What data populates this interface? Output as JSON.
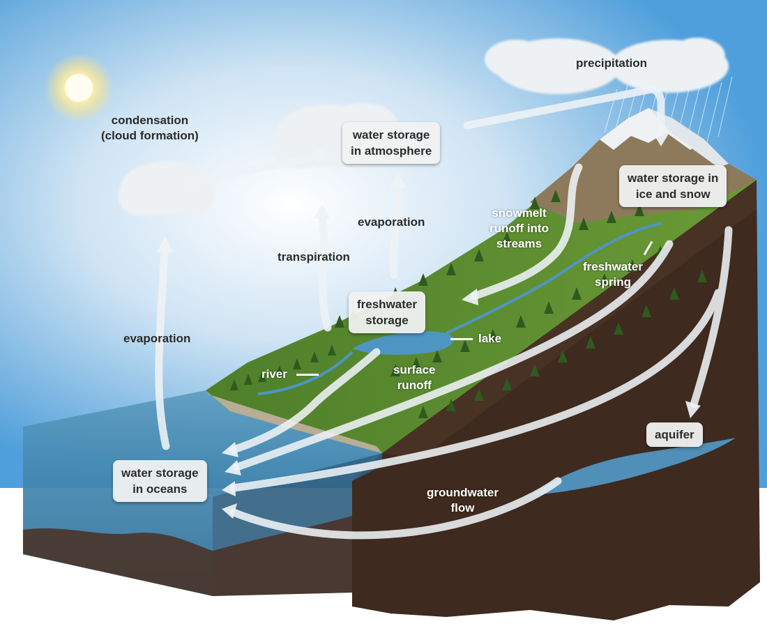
{
  "title": "Water cycle diagram",
  "storage": {
    "atmosphere": "water storage\nin atmosphere",
    "ice_snow": "water storage in\nice and snow",
    "freshwater": "freshwater\nstorage",
    "oceans": "water storage\nin oceans",
    "aquifer": "aquifer"
  },
  "processes": {
    "condensation": "condensation\n(cloud formation)",
    "precipitation": "precipitation",
    "evaporation_land": "evaporation",
    "evaporation_ocean": "evaporation",
    "transpiration": "transpiration",
    "snowmelt": "snowmelt\nrunoff into\nstreams",
    "spring": "freshwater\nspring",
    "lake": "lake",
    "river": "river",
    "surface_runoff": "surface\nrunoff",
    "groundwater": "groundwater\nflow"
  },
  "colors": {
    "sky": "#4f9fdc",
    "grass": "#5f8f32",
    "soil": "#3e2a1e",
    "ocean": "#3e86ad",
    "arrow": "#eef3f6"
  }
}
